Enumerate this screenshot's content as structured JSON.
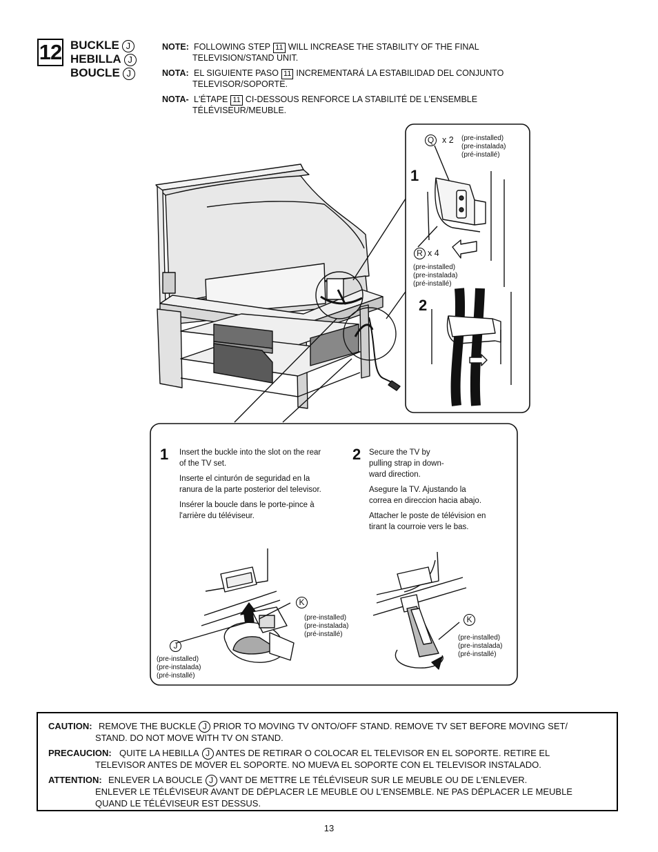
{
  "header": {
    "step_number": "12",
    "titles": [
      {
        "word": "BUCKLE",
        "letter": "J"
      },
      {
        "word": "HEBILLA",
        "letter": "J"
      },
      {
        "word": "BOUCLE",
        "letter": "J"
      }
    ]
  },
  "notes": [
    {
      "label": "NOTE:",
      "pre": "FOLLOWING STEP",
      "step": "11",
      "post": "WILL INCREASE THE STABILITY OF THE FINAL",
      "line2": "TELEVISION/STAND UNIT."
    },
    {
      "label": "NOTA:",
      "pre": "EL SIGUIENTE PASO",
      "step": "11",
      "post": "INCREMENTARÁ LA ESTABILIDAD DEL CONJUNTO",
      "line2": "TELEVISOR/SOPORTE."
    },
    {
      "label": "NOTA-",
      "pre": "L'ÉTAPE",
      "step": "11",
      "post": "CI-DESSOUS RENFORCE LA STABILITÉ DE L'ENSEMBLE",
      "line2": "TÉLÉVISEUR/MEUBLE."
    }
  ],
  "pre_installed": [
    "(pre-installed)",
    "(pre-instalada)",
    "(pré-installé)"
  ],
  "detail": {
    "q_letter": "Q",
    "q_qty": "x  2",
    "r_letter": "R",
    "r_qty": "x  4",
    "num1": "1",
    "num2": "2"
  },
  "instructions": {
    "step1": {
      "num": "1",
      "en": [
        "Insert the buckle into the slot on the rear",
        "of the TV set."
      ],
      "es": [
        "Inserte el cinturón de seguridad en la",
        "ranura de la parte posterior del televisor."
      ],
      "fr": [
        "Insérer la boucle dans le porte-pince à",
        "l'arrière du téléviseur."
      ]
    },
    "step2": {
      "num": "2",
      "en": [
        "Secure the TV by",
        "pulling strap in down-",
        "ward direction."
      ],
      "es": [
        "Asegure la TV.  Ajustando la",
        "correa en direccion hacia abajo."
      ],
      "fr": [
        "Attacher le poste de télévision en",
        "tirant la courroie vers le bas."
      ]
    },
    "labels": {
      "j": "J",
      "k1": "K",
      "k2": "K"
    }
  },
  "caution": [
    {
      "label": "CAUTION:",
      "pre": "REMOVE THE BUCKLE",
      "letter": "J",
      "post": "PRIOR TO MOVING TV ONTO/OFF STAND. REMOVE TV SET BEFORE MOVING SET/",
      "more": [
        "STAND. DO NOT MOVE WITH TV ON STAND."
      ]
    },
    {
      "label": "PRECAUCION:",
      "pre": "QUITE LA HEBILLA",
      "letter": "J",
      "post": "ANTES DE RETIRAR O COLOCAR EL TELEVISOR EN EL SOPORTE. RETIRE EL",
      "more": [
        "TELEVISOR ANTES DE MOVER EL SOPORTE. NO MUEVA EL SOPORTE CON EL TELEVISOR INSTALADO."
      ]
    },
    {
      "label": "ATTENTION:",
      "pre": "ENLEVER LA BOUCLE",
      "letter": "J",
      "post": "VANT DE METTRE LE  TÉLÉVISEUR SUR LE MEUBLE OU DE L'ENLEVER.",
      "more": [
        "ENLEVER LE TÉLÉVISEUR AVANT DE DÉPLACER LE MEUBLE OU L'ENSEMBLE. NE PAS DÉPLACER LE MEUBLE",
        "QUAND LE TÉLÉVISEUR EST DESSUS."
      ]
    }
  ],
  "page_number": "13"
}
